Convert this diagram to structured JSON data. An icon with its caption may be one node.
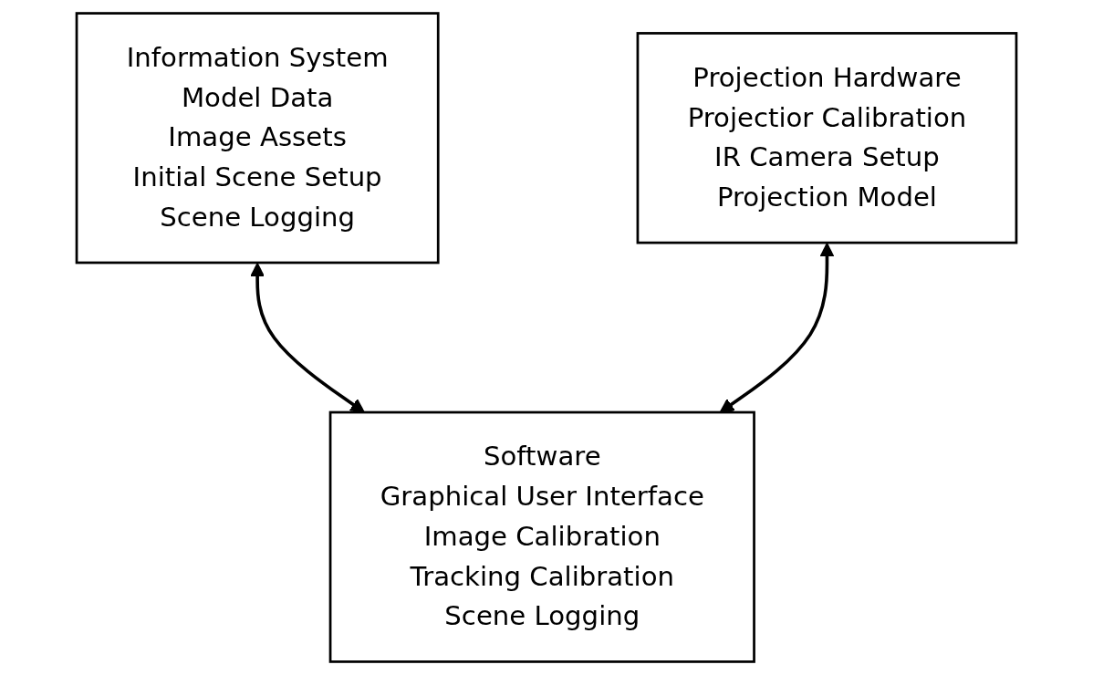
{
  "diagram": {
    "nodes": [
      {
        "text": [
          "Information System",
          "Model Data",
          "Image Assets",
          "Initial Scene Setup",
          "Scene Logging"
        ]
      },
      {
        "text": [
          "Projection Hardware",
          "Projectior Calibration",
          "IR Camera Setup",
          "Projection Model"
        ]
      },
      {
        "text": [
          "Software",
          "Graphical User Interface",
          "Image Calibration",
          "Tracking Calibration",
          "Scene Logging"
        ]
      }
    ],
    "edges": [
      {
        "from": 0,
        "to": 2,
        "arrow": "both"
      },
      {
        "from": 1,
        "to": 2,
        "arrow": "both"
      }
    ]
  }
}
